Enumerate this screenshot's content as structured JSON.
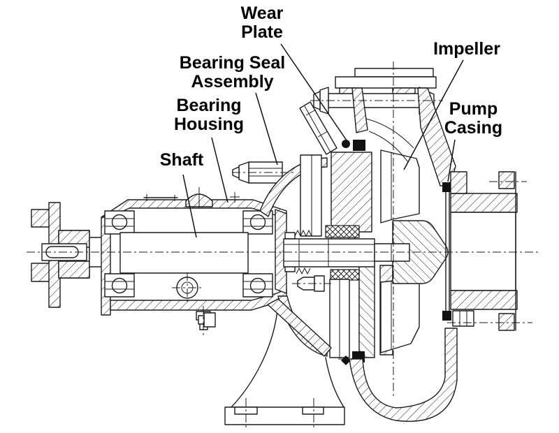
{
  "diagram": {
    "subject": "Centrifugal pump cross-section drawing",
    "background_color": "#ffffff",
    "line_color": "#1b1b1b",
    "label_color": "#000000"
  },
  "labels": [
    {
      "id": "wear-plate",
      "lines": [
        "Wear",
        "Plate"
      ]
    },
    {
      "id": "bearing-seal-assembly",
      "lines": [
        "Bearing Seal",
        "Assembly"
      ]
    },
    {
      "id": "bearing-housing",
      "lines": [
        "Bearing",
        "Housing"
      ]
    },
    {
      "id": "shaft",
      "lines": [
        "Shaft"
      ]
    },
    {
      "id": "impeller",
      "lines": [
        "Impeller"
      ]
    },
    {
      "id": "pump-casing",
      "lines": [
        "Pump",
        "Casing"
      ]
    }
  ]
}
